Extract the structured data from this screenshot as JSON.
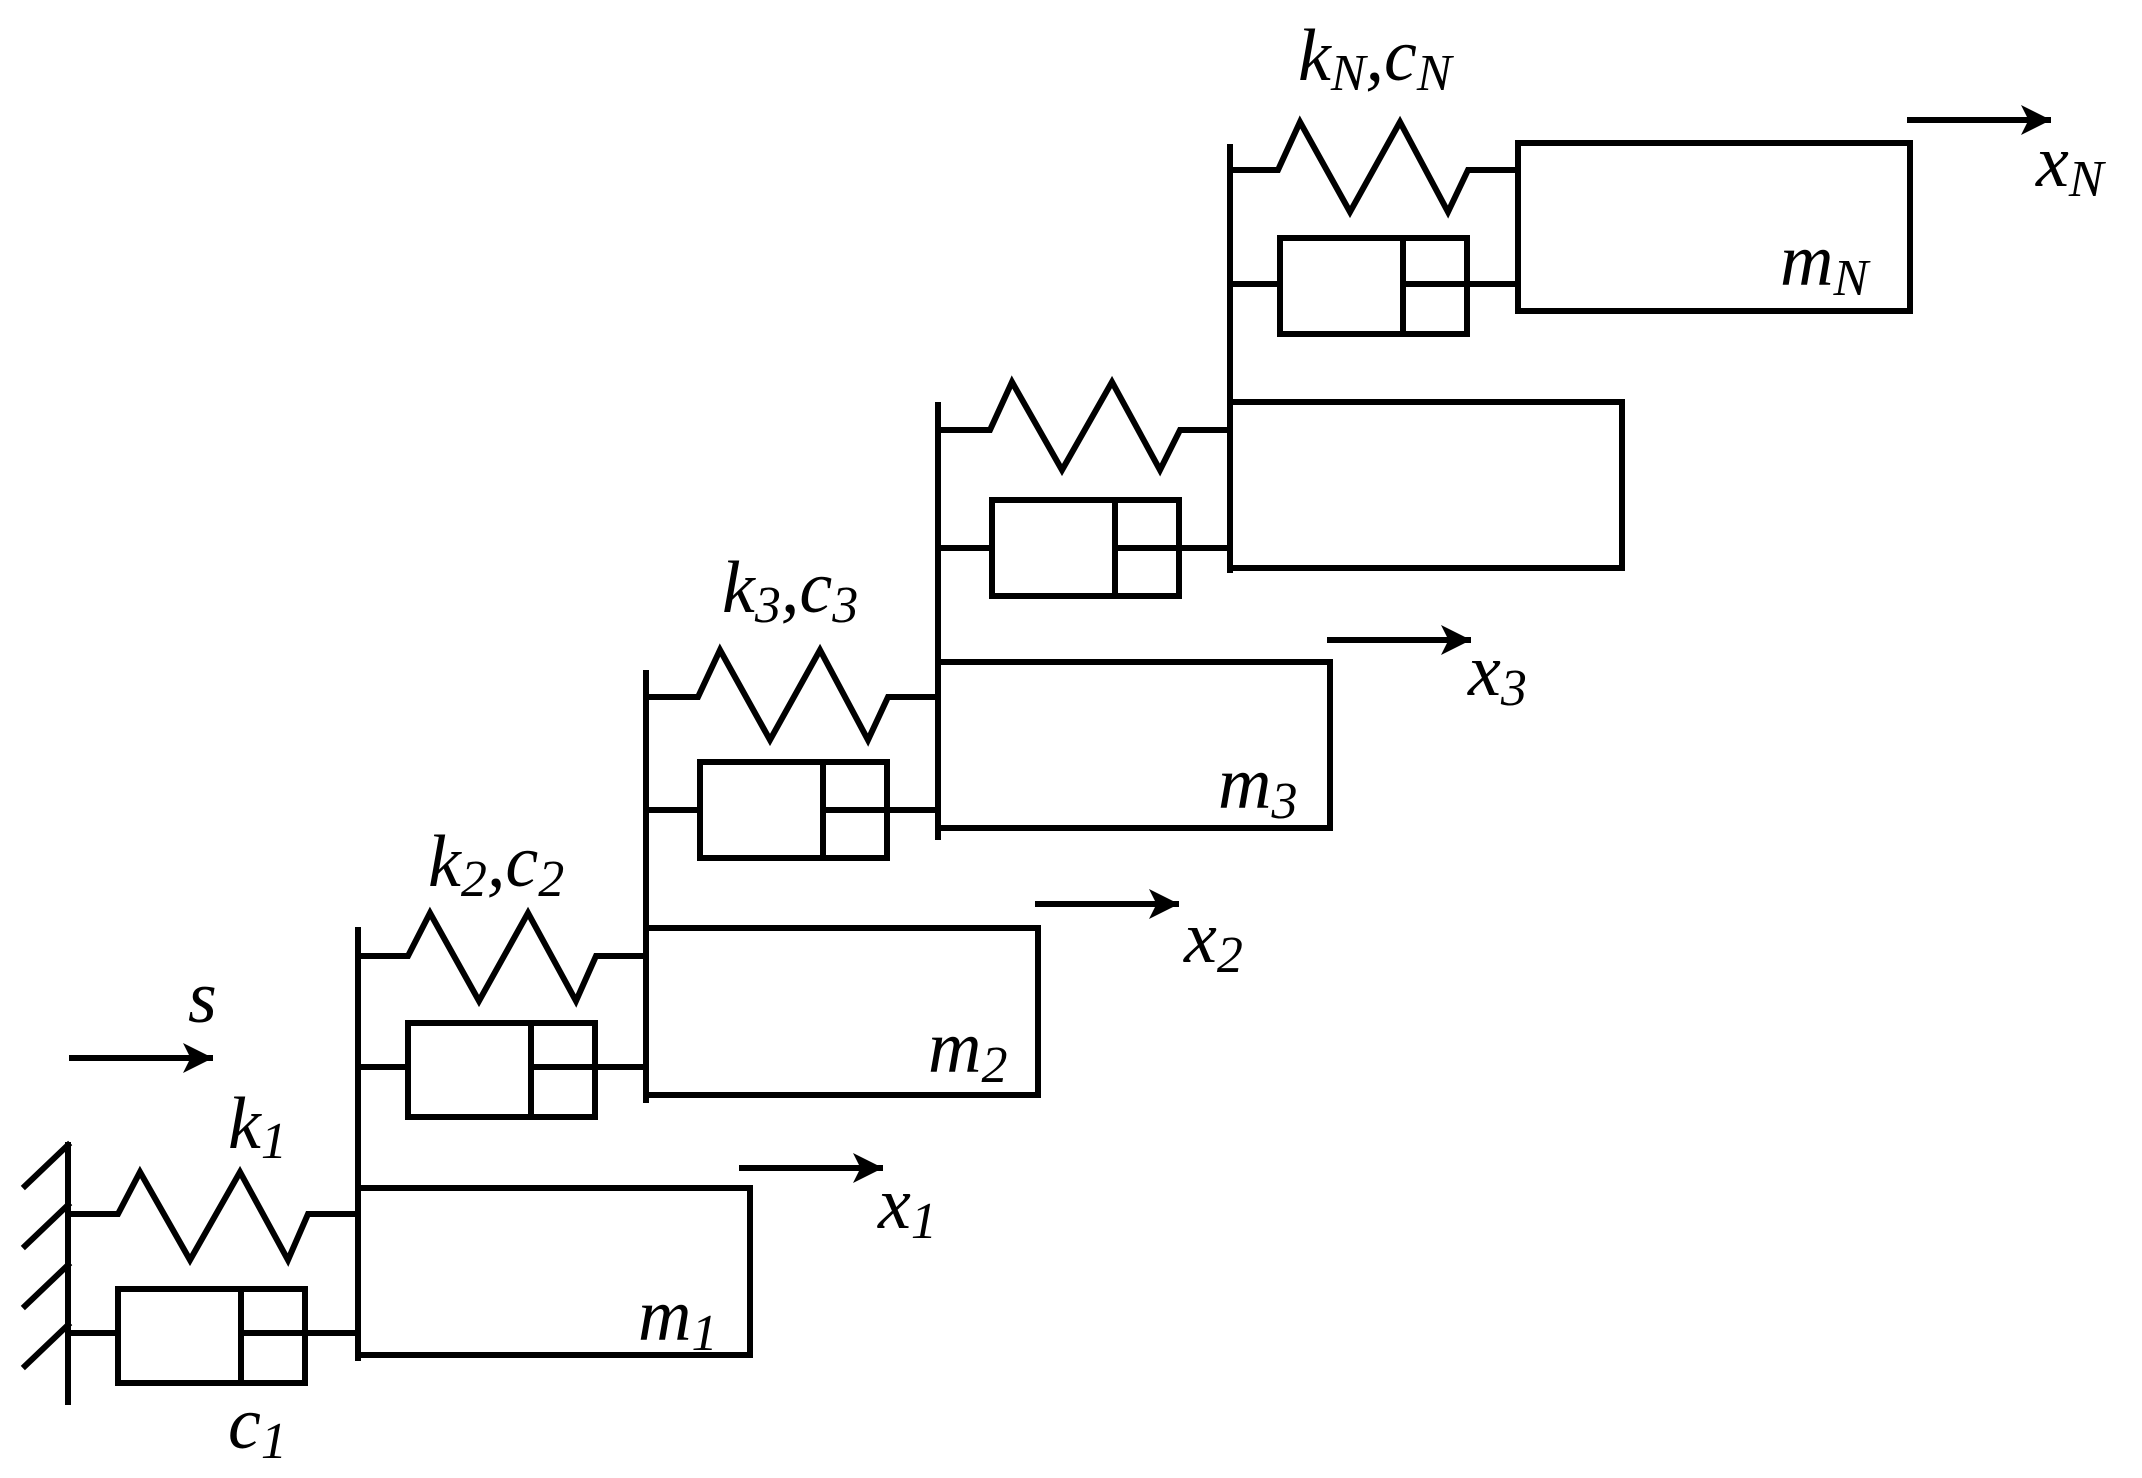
{
  "labels": {
    "k1": {
      "main": "k",
      "sub": "1"
    },
    "c1": {
      "main": "c",
      "sub": "1"
    },
    "k2c2": {
      "k": "k",
      "k_sub": "2",
      "sep": ",",
      "c": "c",
      "c_sub": "2"
    },
    "k3c3": {
      "k": "k",
      "k_sub": "3",
      "sep": ",",
      "c": "c",
      "c_sub": "3"
    },
    "kNcN": {
      "k": "k",
      "k_sub": "N",
      "sep": ",",
      "c": "c",
      "c_sub": "N"
    },
    "m1": {
      "main": "m",
      "sub": "1"
    },
    "m2": {
      "main": "m",
      "sub": "2"
    },
    "m3": {
      "main": "m",
      "sub": "3"
    },
    "mN": {
      "main": "m",
      "sub": "N"
    },
    "x1": {
      "main": "x",
      "sub": "1"
    },
    "x2": {
      "main": "x",
      "sub": "2"
    },
    "x3": {
      "main": "x",
      "sub": "3"
    },
    "xN": {
      "main": "x",
      "sub": "N"
    },
    "s": {
      "main": "s"
    }
  }
}
